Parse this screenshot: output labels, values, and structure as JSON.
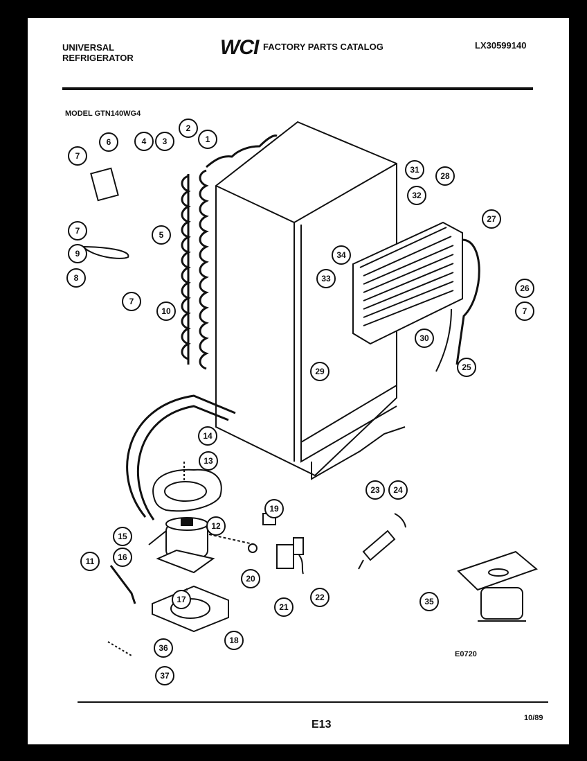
{
  "header": {
    "brand_line1": "UNIVERSAL",
    "brand_line2": "REFRIGERATOR",
    "logo_text": "WCI",
    "catalog_title": "FACTORY PARTS CATALOG",
    "catalog_number": "LX30599140"
  },
  "model_label": "MODEL GTN140WG4",
  "callouts": [
    "1",
    "2",
    "3",
    "4",
    "5",
    "6",
    "7",
    "7",
    "7",
    "7",
    "8",
    "9",
    "10",
    "11",
    "12",
    "13",
    "14",
    "15",
    "16",
    "17",
    "18",
    "19",
    "20",
    "21",
    "22",
    "23",
    "24",
    "25",
    "26",
    "27",
    "28",
    "29",
    "30",
    "31",
    "32",
    "33",
    "34",
    "35",
    "36",
    "37"
  ],
  "diagram_code": "E0720",
  "footer": {
    "page": "E13",
    "date": "10/89"
  }
}
